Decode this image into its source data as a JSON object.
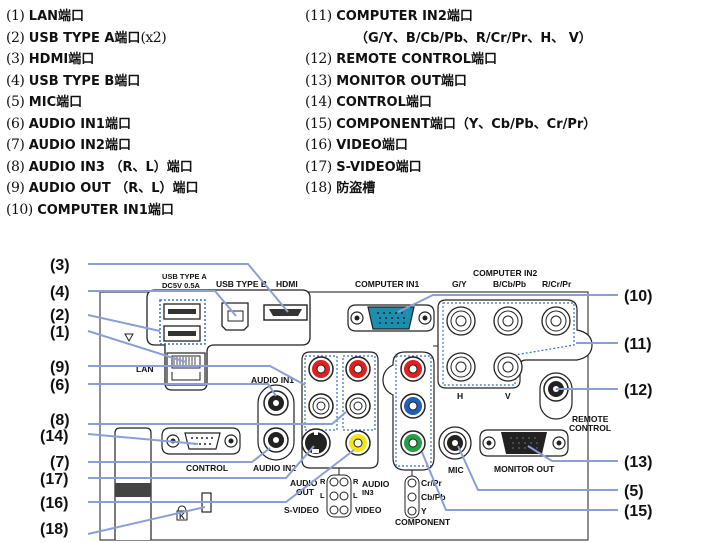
{
  "legend": {
    "left": [
      {
        "num": "(1)",
        "label": "LAN端口"
      },
      {
        "num": "(2)",
        "label": "USB TYPE A端口",
        "suffix": "(x2)"
      },
      {
        "num": "(3)",
        "label": "HDMI端口"
      },
      {
        "num": "(4)",
        "label": "USB TYPE B端口"
      },
      {
        "num": "(5)",
        "label": "MIC端口"
      },
      {
        "num": "(6)",
        "label": "AUDIO IN1端口"
      },
      {
        "num": "(7)",
        "label": "AUDIO IN2端口"
      },
      {
        "num": "(8)",
        "label": "AUDIO IN3 （R、L）端口"
      },
      {
        "num": "(9)",
        "label": "AUDIO OUT （R、L）端口"
      },
      {
        "num": "(10)",
        "label": "COMPUTER IN1端口"
      }
    ],
    "right": [
      {
        "num": "(11)",
        "label": "COMPUTER IN2端口"
      },
      {
        "num": "",
        "label": "（G/Y、B/Cb/Pb、R/Cr/Pr、H、 V）"
      },
      {
        "num": "(12)",
        "label": "REMOTE CONTROL端口"
      },
      {
        "num": "(13)",
        "label": "MONITOR OUT端口"
      },
      {
        "num": "(14)",
        "label": "CONTROL端口"
      },
      {
        "num": "(15)",
        "label": "COMPONENT端口（Y、Cb/Pb、Cr/Pr）"
      },
      {
        "num": "(16)",
        "label": "VIDEO端口"
      },
      {
        "num": "(17)",
        "label": "S-VIDEO端口"
      },
      {
        "num": "(18)",
        "label": "防盗槽"
      }
    ]
  },
  "callouts": {
    "c3": "(3)",
    "c4": "(4)",
    "c2": "(2)",
    "c1": "(1)",
    "c9": "(9)",
    "c6": "(6)",
    "c8": "(8)",
    "c14": "(14)",
    "c7": "(7)",
    "c17": "(17)",
    "c16": "(16)",
    "c18": "(18)",
    "c10": "(10)",
    "c11": "(11)",
    "c12": "(12)",
    "c13": "(13)",
    "c5": "(5)",
    "c15": "(15)"
  },
  "panel_labels": {
    "usb_a_1": "USB TYPE A",
    "usb_a_2": "DC5V 0.5A",
    "usb_b": "USB TYPE B",
    "hdmi": "HDMI",
    "lan": "LAN",
    "audio_in1": "AUDIO IN1",
    "audio_in2": "AUDIO IN2",
    "control": "CONTROL",
    "computer_in1": "COMPUTER IN1",
    "computer_in2": "COMPUTER IN2",
    "gy": "G/Y",
    "bcbpb": "B/Cb/Pb",
    "rcrpr": "R/Cr/Pr",
    "h": "H",
    "v": "V",
    "remote_1": "REMOTE",
    "remote_2": "CONTROL",
    "mic": "MIC",
    "monitor_out": "MONITOR OUT",
    "audio_out_1": "AUDIO",
    "audio_out_2": "OUT",
    "r_left": "R",
    "l_left": "L",
    "r_right": "R",
    "l_right": "L",
    "audio_in3_1": "AUDIO",
    "audio_in3_2": "IN3",
    "svideo": "S-VIDEO",
    "video": "VIDEO",
    "crpr": "Cr/Pr",
    "cbpb": "Cb/Pb",
    "y": "Y",
    "component": "COMPONENT"
  },
  "colors": {
    "leader_line": "#8b9fd6",
    "rca_red": "#e02020",
    "rca_blue": "#1f5fb8",
    "rca_green": "#22a045",
    "rca_yellow": "#f2e51a",
    "vga_teal": "#1a8fb0",
    "dotted_group": "#3a6fc4"
  }
}
